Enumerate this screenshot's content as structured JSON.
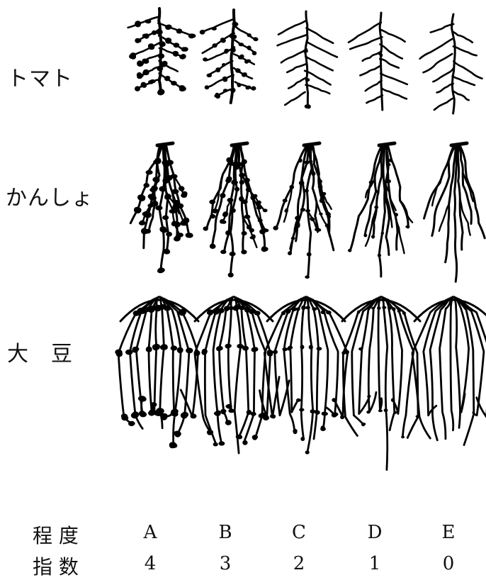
{
  "crops": [
    {
      "id": "tomato",
      "label": "トマト"
    },
    {
      "id": "sweetpotato",
      "label": "かんしょ"
    },
    {
      "id": "soybean",
      "label": "大　豆"
    }
  ],
  "footer": {
    "degree_label": "程 度",
    "index_label": "指 数",
    "columns": [
      {
        "degree": "A",
        "index": "4",
        "gall_level": 4
      },
      {
        "degree": "B",
        "index": "3",
        "gall_level": 3
      },
      {
        "degree": "C",
        "index": "2",
        "gall_level": 2
      },
      {
        "degree": "D",
        "index": "1",
        "gall_level": 1
      },
      {
        "degree": "E",
        "index": "0",
        "gall_level": 0
      }
    ]
  },
  "colors": {
    "ink": "#000000",
    "background": "#ffffff"
  }
}
